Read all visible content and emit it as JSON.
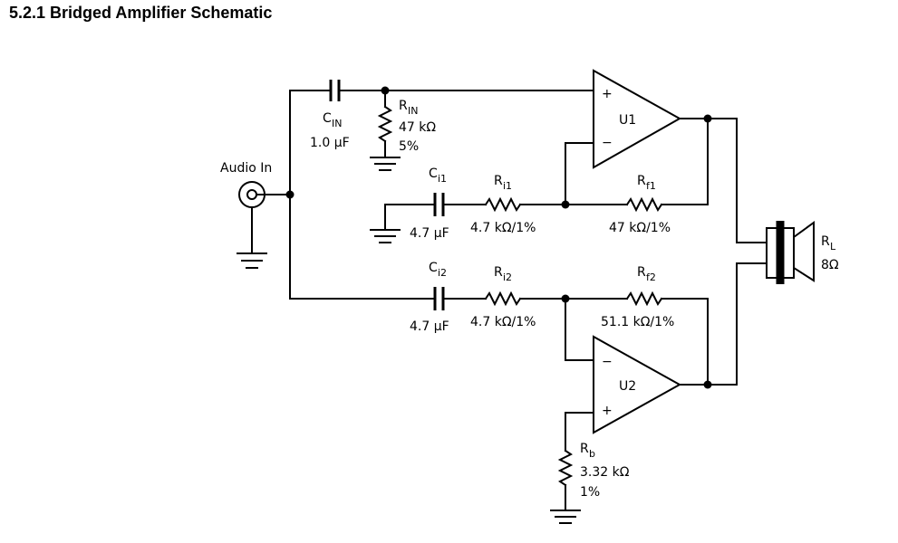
{
  "section_title": "5.2.1 Bridged Amplifier Schematic",
  "input": {
    "label": "Audio In"
  },
  "components": {
    "cin": {
      "designator": "C",
      "subscript": "IN",
      "value": "1.0 µF"
    },
    "rin": {
      "designator": "R",
      "subscript": "IN",
      "value": "47 kΩ",
      "tolerance": "5%"
    },
    "ci1": {
      "designator": "C",
      "subscript": "i1",
      "value": "4.7 µF"
    },
    "ri1": {
      "designator": "R",
      "subscript": "i1",
      "value": "4.7 kΩ/1%"
    },
    "rf1": {
      "designator": "R",
      "subscript": "f1",
      "value": "47 kΩ/1%"
    },
    "ci2": {
      "designator": "C",
      "subscript": "i2",
      "value": "4.7 µF"
    },
    "ri2": {
      "designator": "R",
      "subscript": "i2",
      "value": "4.7 kΩ/1%"
    },
    "rf2": {
      "designator": "R",
      "subscript": "f2",
      "value": "51.1 kΩ/1%"
    },
    "rb": {
      "designator": "R",
      "subscript": "b",
      "value": "3.32 kΩ",
      "tolerance": "1%"
    },
    "rl": {
      "designator": "R",
      "subscript": "L",
      "value": "8Ω"
    },
    "u1": {
      "label": "U1",
      "plus": "+",
      "minus": "−"
    },
    "u2": {
      "label": "U2",
      "plus": "+",
      "minus": "−"
    }
  }
}
